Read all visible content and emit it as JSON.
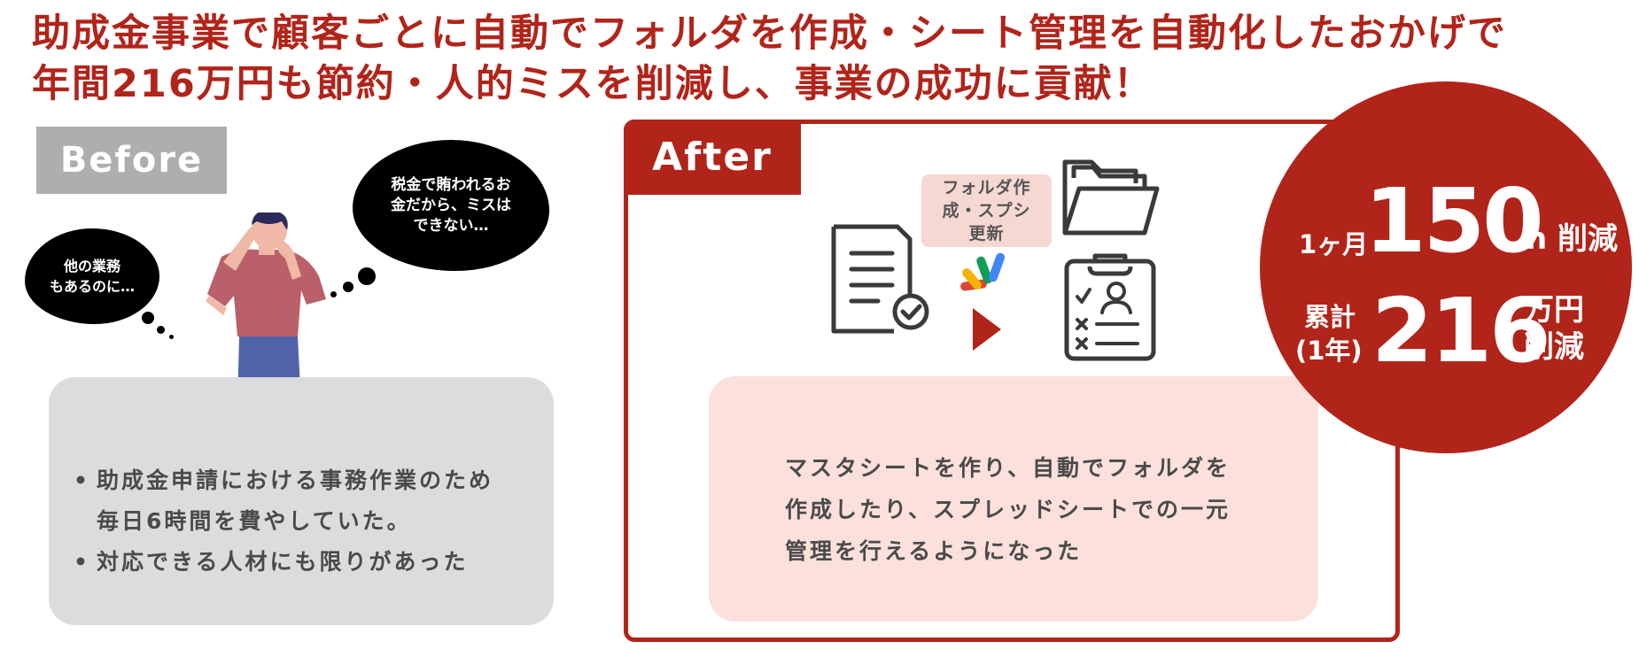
{
  "headline": {
    "line1": "助成金事業で顧客ごとに自動でフォルダを作成・シート管理を自動化したおかげで",
    "line2": "年間216万円も節約・人的ミスを削減し、事業の成功に貢献！"
  },
  "before": {
    "tag": "Before",
    "bubble_left": "他の業務\nもあるのに…",
    "bubble_right": "税金で賄われるお\n金だから、ミスは\nできない…",
    "bullets": [
      {
        "line1": "助成金申請における事務作業のため",
        "line2": "毎日6時間を費やしていた。"
      },
      {
        "line1": "対応できる人材にも限りがあった"
      }
    ]
  },
  "after": {
    "tag": "After",
    "process_label": "フォルダ作\n成・スプシ\n更新",
    "description": [
      "マスタシートを作り、自動でフォルダを",
      "作成したり、スプレッドシートでの一元",
      "管理を行えるようになった"
    ]
  },
  "result": {
    "monthly_prefix": "1ヶ月",
    "monthly_value": "150",
    "monthly_suffix": "h 削減",
    "total_prefix_1": "累計",
    "total_prefix_2": "(1年)",
    "total_value": "216",
    "total_suffix_1": "万円",
    "total_suffix_2": "削減"
  },
  "colors": {
    "brand_red": "#b1241a",
    "before_gray": "#aeadb0",
    "panel_gray": "#dcdbde",
    "panel_pink": "#fbe0db"
  },
  "icons": [
    "document-check-icon",
    "folder-icon",
    "google-apps-script-icon",
    "play-arrow-icon",
    "clipboard-checklist-icon",
    "person-thinking-illustration"
  ]
}
